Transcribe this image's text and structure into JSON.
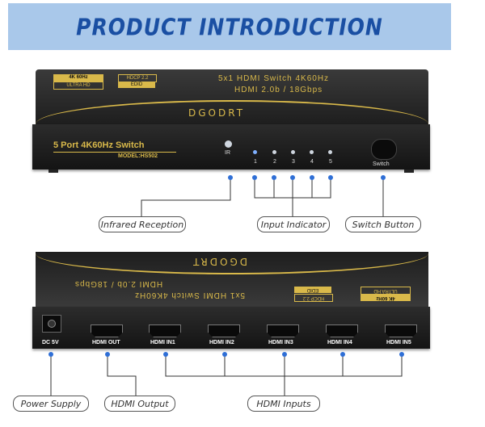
{
  "banner": {
    "title": "PRODUCT INTRODUCTION"
  },
  "front_panel": {
    "badge_4k": "4K 60Hz",
    "badge_ultrahd": "ULTRA HD",
    "badge_hdcp": "HDCP 2.2",
    "badge_edid": "EDID",
    "spec_line1": "5x1 HDMI Switch 4K60Hz",
    "spec_line2": "HDMI 2.0b / 18Gbps",
    "brand": "DGODRT",
    "product_name": "5 Port 4K60Hz Switch",
    "model": "MODEL:HS502",
    "ir_label": "IR",
    "input_numbers": [
      "1",
      "2",
      "3",
      "4",
      "5"
    ],
    "switch_label": "Switch"
  },
  "rear_panel": {
    "brand": "DGODRT",
    "spec_line1": "5x1 HDMI Switch 4K60Hz",
    "spec_line2": "HDMI 2.0b / 18Gbps",
    "badge_hdcp": "HDCP 2.2",
    "badge_edid": "EDID",
    "badge_4k": "4K 60Hz",
    "badge_ultrahd": "ULTRA HD",
    "dc_label": "DC 5V",
    "ports": [
      "HDMI OUT",
      "HDMI IN1",
      "HDMI IN2",
      "HDMI IN3",
      "HDMI IN4",
      "HDMI IN5"
    ]
  },
  "callouts": {
    "infrared": "Infrared Reception",
    "input_indicator": "Input Indicator",
    "switch_button": "Switch Button",
    "power_supply": "Power Supply",
    "hdmi_output": "HDMI Output",
    "hdmi_inputs": "HDMI Inputs"
  },
  "colors": {
    "banner_bg": "#a9c8ea",
    "banner_text": "#1a4fa3",
    "gold": "#d9b94a",
    "connector_blue": "#2f6fd6"
  }
}
